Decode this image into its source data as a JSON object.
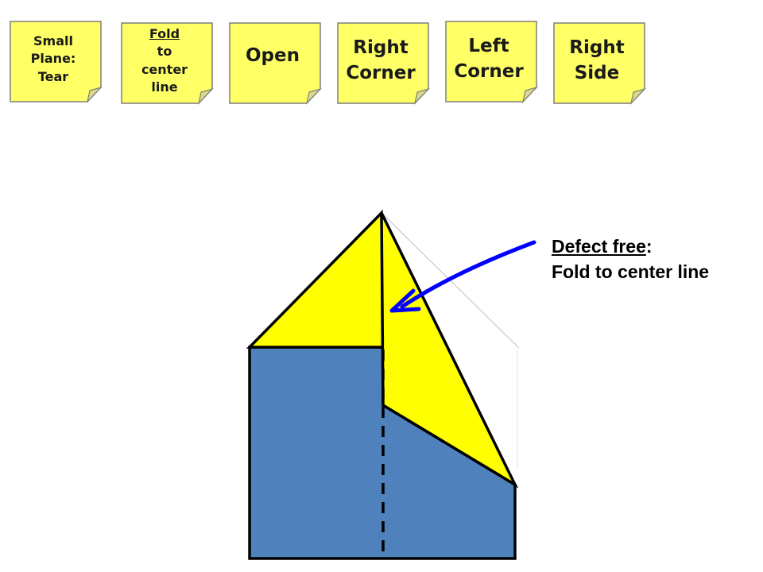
{
  "toolbar": {
    "notes": [
      {
        "id": "small-plane-tear",
        "lines": [
          "Small",
          "Plane:",
          "Tear"
        ]
      },
      {
        "id": "fold-to-center-line",
        "underlined": "Fold",
        "rest": " to",
        "lines": [
          "center",
          "line"
        ]
      },
      {
        "id": "open",
        "lines": [
          "Open"
        ]
      },
      {
        "id": "right-corner",
        "lines": [
          "Right",
          "Corner"
        ]
      },
      {
        "id": "left-corner",
        "lines": [
          "Left",
          "Corner"
        ]
      },
      {
        "id": "right-side",
        "lines": [
          "Right",
          "Side"
        ]
      }
    ]
  },
  "annotation": {
    "title": "Defect free",
    "title_suffix": ":",
    "subtitle": "Fold to center line"
  },
  "colors": {
    "note_fill": "#FFFF66",
    "note_border": "#7f7f7f",
    "paper_blue": "#4F81BD",
    "fold_yellow": "#FFFF00",
    "arrow_blue": "#0000FF",
    "outline": "#000000"
  }
}
